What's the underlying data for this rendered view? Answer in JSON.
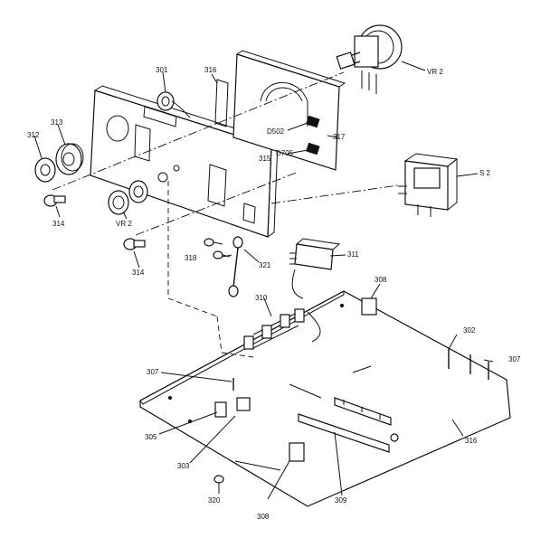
{
  "diagram": {
    "labels": {
      "p301": "301",
      "p316a": "316",
      "vr2a": "VR 2",
      "p313": "313",
      "p312": "312",
      "d502": "D502",
      "p317": "317",
      "p315": "315",
      "d705": "D705",
      "s2": "S 2",
      "p314a": "314",
      "vr2b": "VR 2",
      "p314b": "314",
      "p318": "318",
      "p321": "321",
      "p311": "311",
      "p308a": "308",
      "p310": "310",
      "p302": "302",
      "p307a": "307",
      "p307b": "307",
      "p305": "305",
      "p316b": "316",
      "p303": "303",
      "p309": "309",
      "p320": "320",
      "p308b": "308"
    }
  }
}
